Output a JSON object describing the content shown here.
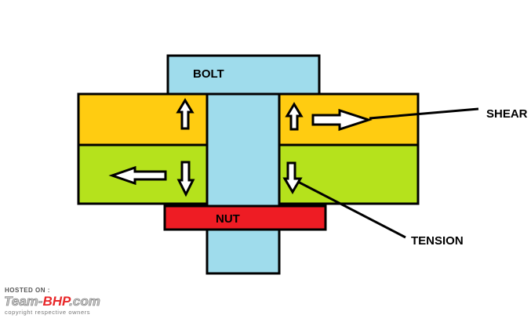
{
  "diagram": {
    "labels": {
      "bolt": "BOLT",
      "nut": "NUT",
      "shear": "SHEAR",
      "tension": "TENSION"
    },
    "colors": {
      "bolt": "#9fdcec",
      "top_plate": "#ffcc11",
      "bottom_plate": "#b5e21c",
      "nut": "#ee1c24",
      "arrow_fill": "#ffffff",
      "stroke": "#000000"
    }
  },
  "watermark": {
    "hosted_on": "HOSTED ON :",
    "brand_a": "Team-",
    "brand_b": "BHP",
    "brand_c": ".com",
    "copyright": "copyright respective owners"
  }
}
